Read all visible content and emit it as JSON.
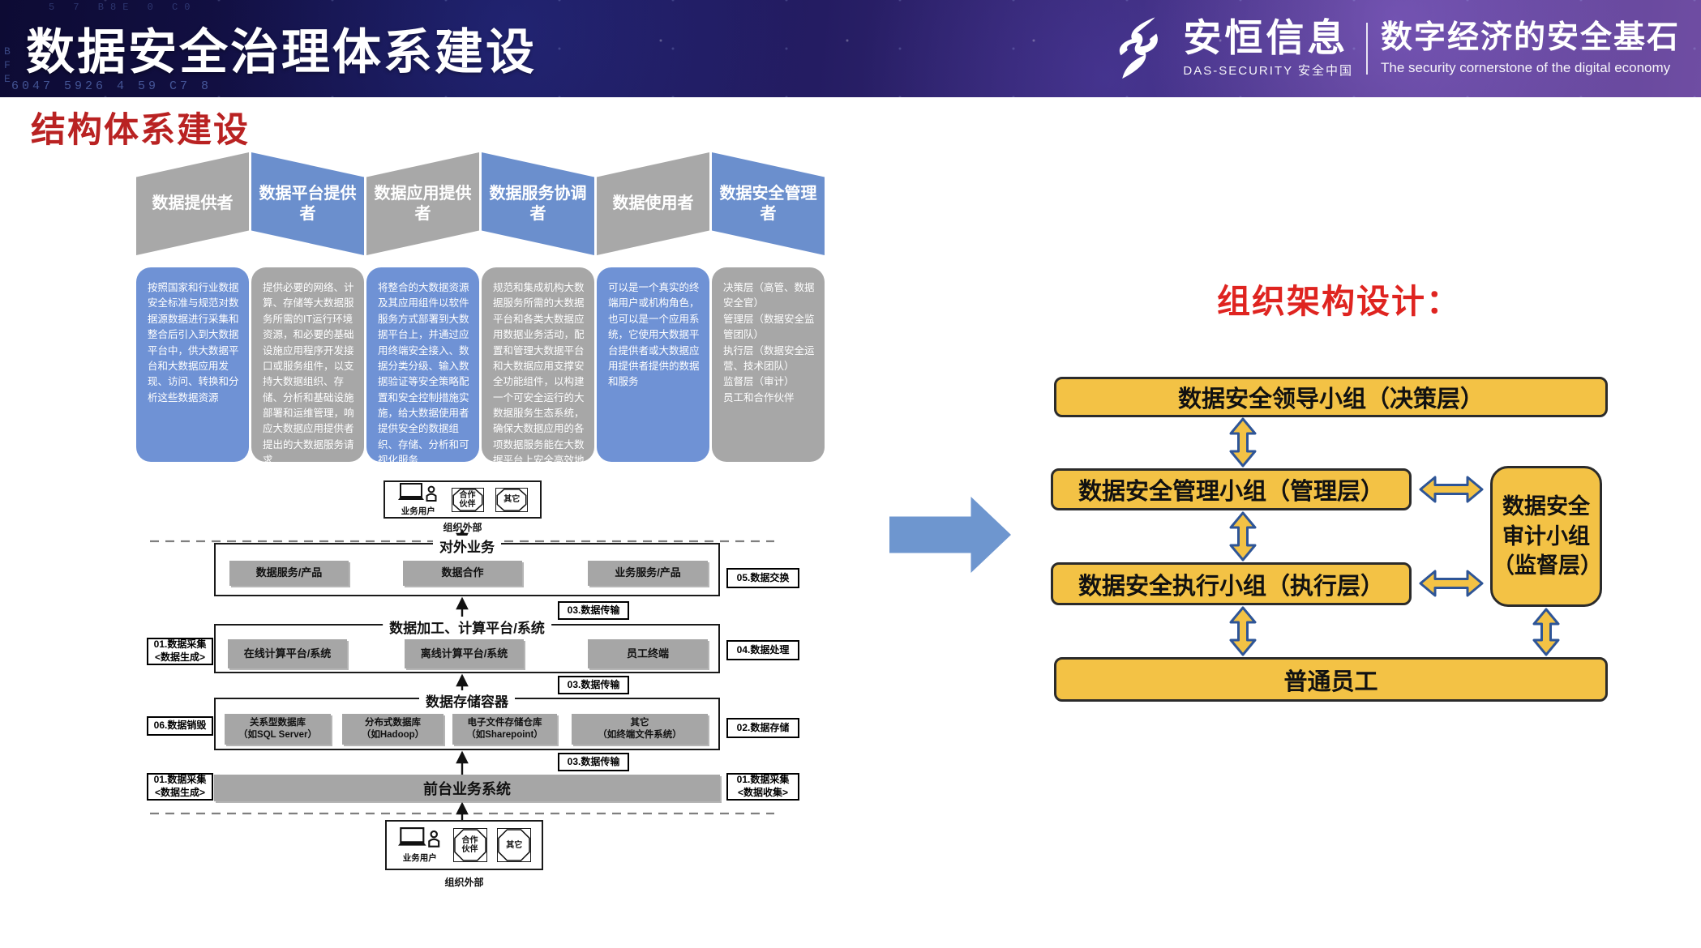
{
  "page": {
    "title": "数据安全治理体系建设",
    "section_title": "结构体系建设"
  },
  "logo": {
    "name": "安恒信息",
    "subname": "DAS-SECURITY 安全中国",
    "slogan": "数字经济的安全基石",
    "slogan_en": "The security cornerstone of the digital economy"
  },
  "header_decor": {
    "digits": "6047  5926  4      59             C7    8",
    "letters": "B\nF\nE",
    "top_row": "5   7   B8E   0        C0"
  },
  "colors": {
    "chevron_gray": "#a8a8a8",
    "chevron_blue": "#6b8fcd",
    "body_blue": "#6f92d5",
    "body_gray": "#a7a7a7",
    "org_yellow": "#f3c245",
    "org_arrow_outline": "#2e5597",
    "big_arrow_blue": "#6e96cf",
    "title_red": "#b92222",
    "org_title_red": "#df2420"
  },
  "roles": [
    {
      "header": "数据提供者",
      "desc": "按照国家和行业数据安全标准与规范对数据源数据进行采集和整合后引入到大数据平台中，供大数据平台和大数据应用发现、访问、转换和分析这些数据资源"
    },
    {
      "header": "数据平台提供者",
      "desc": "提供必要的网络、计算、存储等大数据服务所需的IT运行环境资源，和必要的基础设施应用程序开发接口或服务组件，以支持大数据组织、存储、分析和基础设施部署和运维管理，响应大数据应用提供者提出的大数据服务请求"
    },
    {
      "header": "数据应用提供者",
      "desc": "将整合的大数据资源及其应用组件以软件服务方式部署到大数据平台上，并通过应用终端安全接入、数据分类分级、输入数据验证等安全策略配置和安全控制措施实施，给大数据使用者提供安全的数据组织、存储、分析和可视化服务"
    },
    {
      "header": "数据服务协调者",
      "desc": "规范和集成机构大数据服务所需的大数据平台和各类大数据应用数据业务活动，配置和管理大数据平台和大数据应用支撑安全功能组件，以构建一个可安全运行的大数据服务生态系统，确保大数据应用的各项数据服务能在大数据平台上安全高效地运行"
    },
    {
      "header": "数据使用者",
      "desc": "可以是一个真实的终端用户或机构角色，也可以是一个应用系统，它使用大数据平台提供者或大数据应用提供者提供的数据和服务"
    },
    {
      "header": "数据安全管理者",
      "desc": "决策层（高管、数据安全官）\n管理层（数据安全监管团队）\n执行层（数据安全运营、技术团队）\n监督层（审计）\n员工和合作伙伴"
    }
  ],
  "flow": {
    "external_top": {
      "user": "业务用户",
      "partner": "合作\n伙伴",
      "other": "其它",
      "caption": "组织外部"
    },
    "external_bottom": {
      "user": "业务用户",
      "partner": "合作\n伙伴",
      "other": "其它",
      "caption": "组织外部"
    },
    "transfer_label": "03.数据传输",
    "sections": [
      {
        "title": "对外业务",
        "items": [
          "数据服务/产品",
          "数据合作",
          "业务服务/产品"
        ],
        "right_label": "05.数据交换"
      },
      {
        "title": "数据加工、计算平台/系统",
        "items": [
          "在线计算平台/系统",
          "离线计算平台/系统",
          "员工终端"
        ],
        "left_label": "01.数据采集\n<数据生成>",
        "right_label": "04.数据处理"
      },
      {
        "title": "数据存储容器",
        "items": [
          "关系型数据库\n（如SQL Server）",
          "分布式数据库\n（如Hadoop）",
          "电子文件存储仓库\n（如Sharepoint）",
          "其它\n（如终端文件系统）"
        ],
        "left_label": "06.数据销毁",
        "right_label": "02.数据存储"
      }
    ],
    "front_bar": {
      "title": "前台业务系统",
      "left_label": "01.数据采集\n<数据生成>",
      "right_label": "01.数据采集\n<数据收集>"
    }
  },
  "org": {
    "title": "组织架构设计：",
    "decision": "数据安全领导小组（决策层）",
    "management": "数据安全管理小组（管理层）",
    "execution": "数据安全执行小组（执行层）",
    "audit": "数据安全\n审计小组\n（监督层）",
    "staff": "普通员工"
  }
}
